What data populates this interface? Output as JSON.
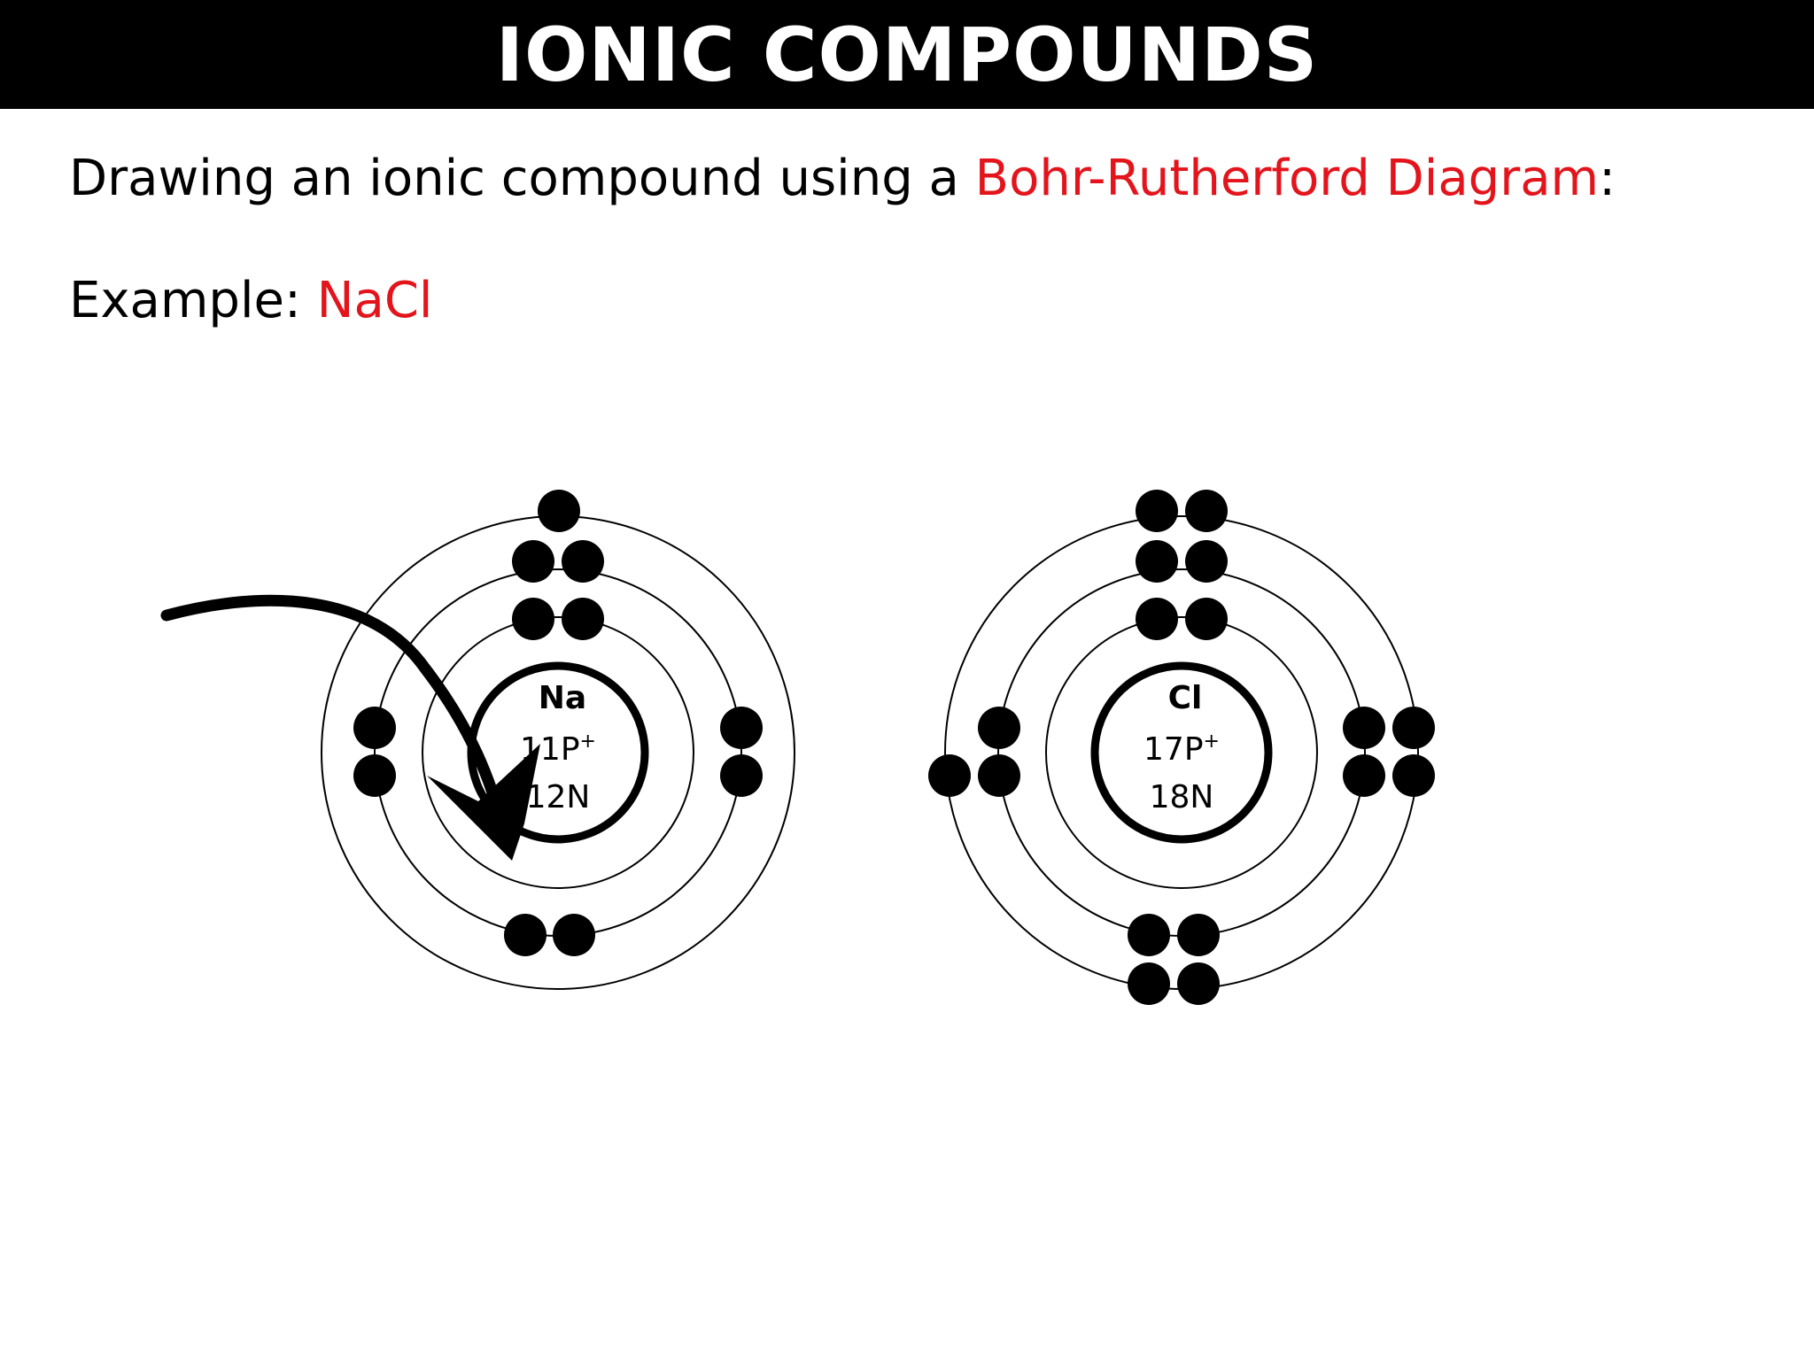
{
  "title": "IONIC COMPOUNDS",
  "intro": {
    "prefix": "Drawing an ionic compound using a ",
    "highlight": "Bohr-Rutherford Diagram",
    "suffix": ":"
  },
  "example": {
    "label": "Example: ",
    "compound": "NaCl"
  },
  "colors": {
    "highlight": "#e3141b",
    "title_bg": "#000000",
    "title_text": "#ffffff"
  },
  "atoms": [
    {
      "symbol": "Na",
      "protons": "11P",
      "charge": "+",
      "neutrons": "12N",
      "shell_electrons": [
        2,
        8,
        1
      ]
    },
    {
      "symbol": "Cl",
      "protons": "17P",
      "charge": "+",
      "neutrons": "18N",
      "shell_electrons": [
        2,
        8,
        7
      ]
    }
  ],
  "annotation": {
    "icon": "curved-arrow-icon",
    "meaning": "electron transfer arrow"
  }
}
